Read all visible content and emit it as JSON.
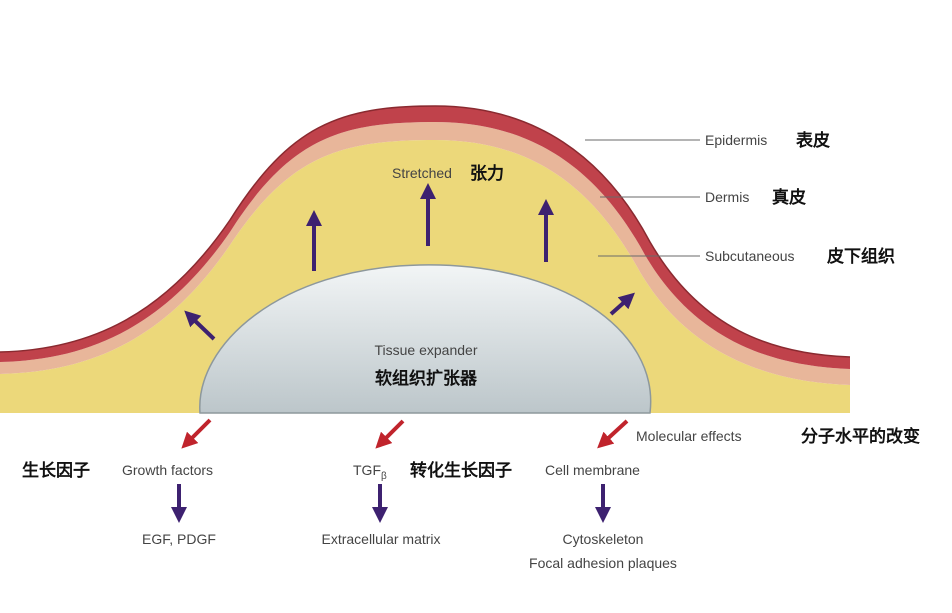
{
  "layers": [
    {
      "en": "Epidermis",
      "zh": "表皮"
    },
    {
      "en": "Dermis",
      "zh": "真皮"
    },
    {
      "en": "Subcutaneous",
      "zh": "皮下组织"
    }
  ],
  "stretched": {
    "en": "Stretched",
    "zh": "张力"
  },
  "expander": {
    "en": "Tissue expander",
    "zh": "软组织扩张器"
  },
  "molecular": {
    "en": "Molecular effects",
    "zh": "分子水平的改变"
  },
  "effects": [
    {
      "zh": "生长因子",
      "en": "Growth factors",
      "result": [
        "EGF, PDGF"
      ]
    },
    {
      "en_main": "TGF",
      "en_sub": "β",
      "zh": "转化生长因子",
      "result": [
        "Extracellular matrix"
      ]
    },
    {
      "en": "Cell membrane",
      "result": [
        "Cytoskeleton",
        "Focal adhesion plaques"
      ]
    }
  ],
  "colors": {
    "epidermis": "#c0424b",
    "dermis": "#e8b69a",
    "subcutaneous": "#ecd87a",
    "expander": "#d6dde0",
    "up_arrow": "#3d2170",
    "effect_arrow": "#c0242c"
  }
}
